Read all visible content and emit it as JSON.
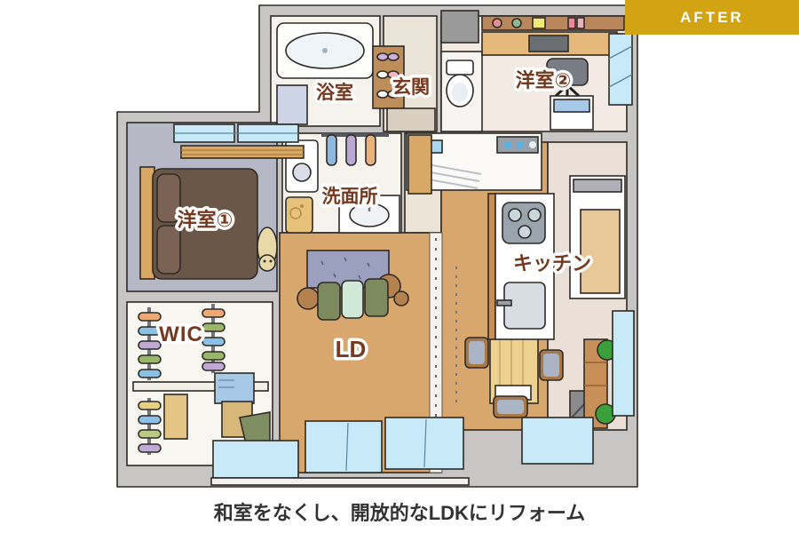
{
  "badge": {
    "label": "AFTER"
  },
  "caption": "和室をなくし、開放的なLDKにリフォーム",
  "rooms": {
    "bath": "浴室",
    "entrance": "玄関",
    "bedroom2": "洋室②",
    "washroom": "洗面所",
    "bedroom1": "洋室①",
    "kitchen": "キッチン",
    "wic": "WIC",
    "living_dining": "LD"
  },
  "colors": {
    "badge_gold": "#d2a413",
    "room_label_brown": "#74391f",
    "caption_gray": "#333333",
    "wall_gray": "#c7c6c4",
    "wood_floor": "#d8a76d",
    "bedroom2_floor": "#f3eae4",
    "bedroom1_floor": "#b7b8c6",
    "window_blue": "#c8e9f8",
    "sofa_green": "#7d8a5e",
    "sofa_mint": "#cfe8d8",
    "bed_brown": "#6b5748",
    "plant_green": "#3aa03a"
  }
}
